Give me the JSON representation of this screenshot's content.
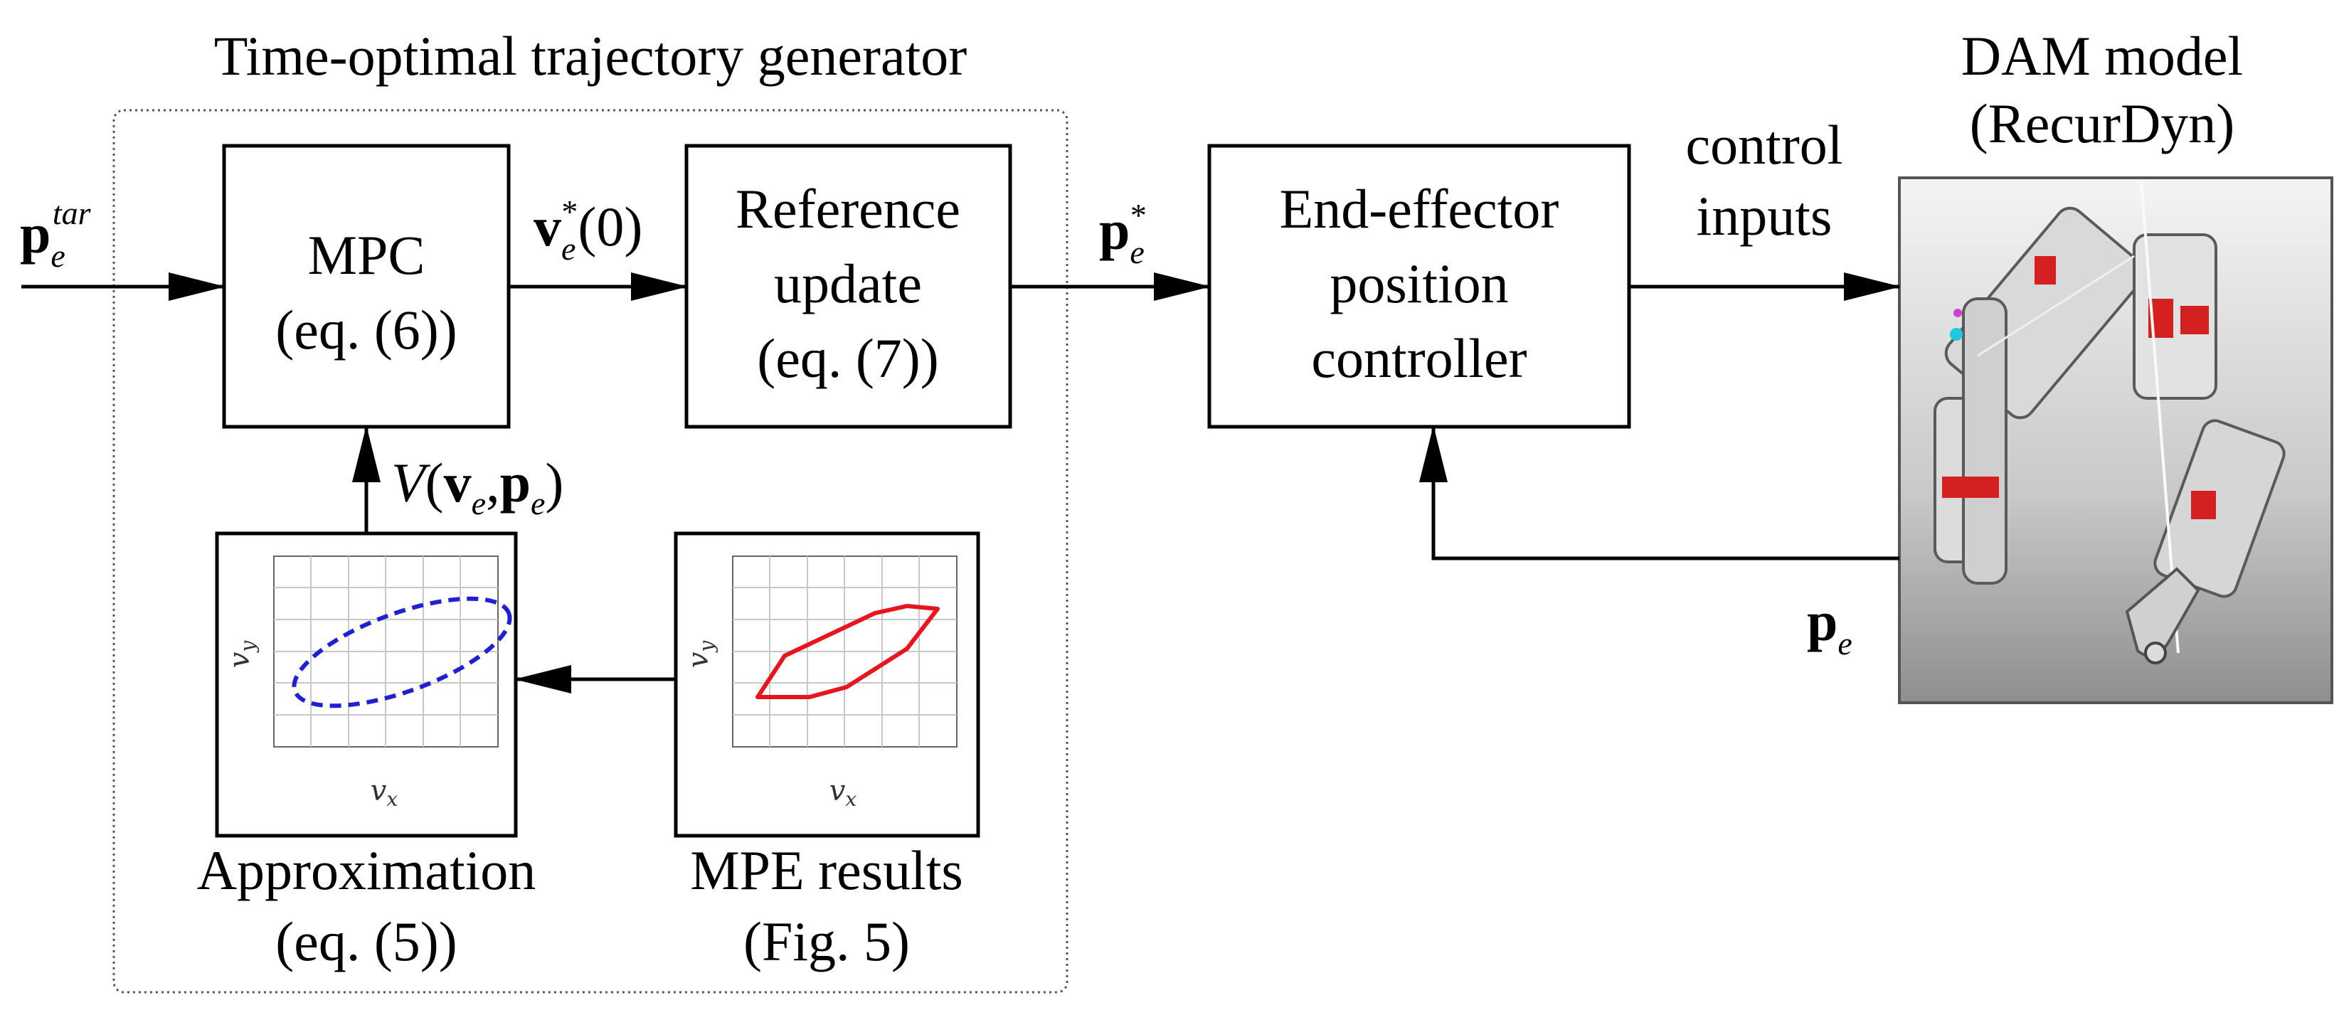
{
  "group": {
    "title": "Time-optimal trajectory generator"
  },
  "inputs": {
    "p_tar": {
      "base": "p",
      "sub": "e",
      "sup": "tar"
    }
  },
  "blocks": {
    "mpc": {
      "lines": [
        "MPC",
        "(eq. (6))"
      ]
    },
    "reference_update": {
      "lines": [
        "Reference",
        "update",
        "(eq. (7))"
      ]
    },
    "position_controller": {
      "lines": [
        "End-effector",
        "position",
        "controller"
      ]
    },
    "approximation": {
      "caption": [
        "Approximation",
        "(eq. (5))"
      ],
      "xlabel": "v",
      "xlabel_sub": "x",
      "ylabel": "v",
      "ylabel_sub": "y"
    },
    "mpe_results": {
      "caption": [
        "MPE results",
        "(Fig. 5)"
      ],
      "xlabel": "v",
      "xlabel_sub": "x",
      "ylabel": "v",
      "ylabel_sub": "y"
    },
    "dam_model": {
      "title": [
        "DAM model",
        "(RecurDyn)"
      ]
    }
  },
  "signals": {
    "v_star": {
      "base": "v",
      "sub": "e",
      "sup": "*",
      "arg": "(0)"
    },
    "p_star": {
      "base": "p",
      "sub": "e",
      "sup": "*"
    },
    "control_inputs": [
      "control",
      "inputs"
    ],
    "value_fn": {
      "fn": "V",
      "open": "(",
      "v": "v",
      "v_sub": "e",
      "sep": ",",
      "p": "p",
      "p_sub": "e",
      "close": ")"
    },
    "p_e": {
      "base": "p",
      "sub": "e"
    }
  },
  "plots": {
    "approximation": {
      "shape": "ellipse",
      "color": "#1f1fd6",
      "style": "dashed"
    },
    "mpe_results": {
      "shape": "polygon",
      "color": "#e8141e",
      "style": "solid"
    }
  }
}
